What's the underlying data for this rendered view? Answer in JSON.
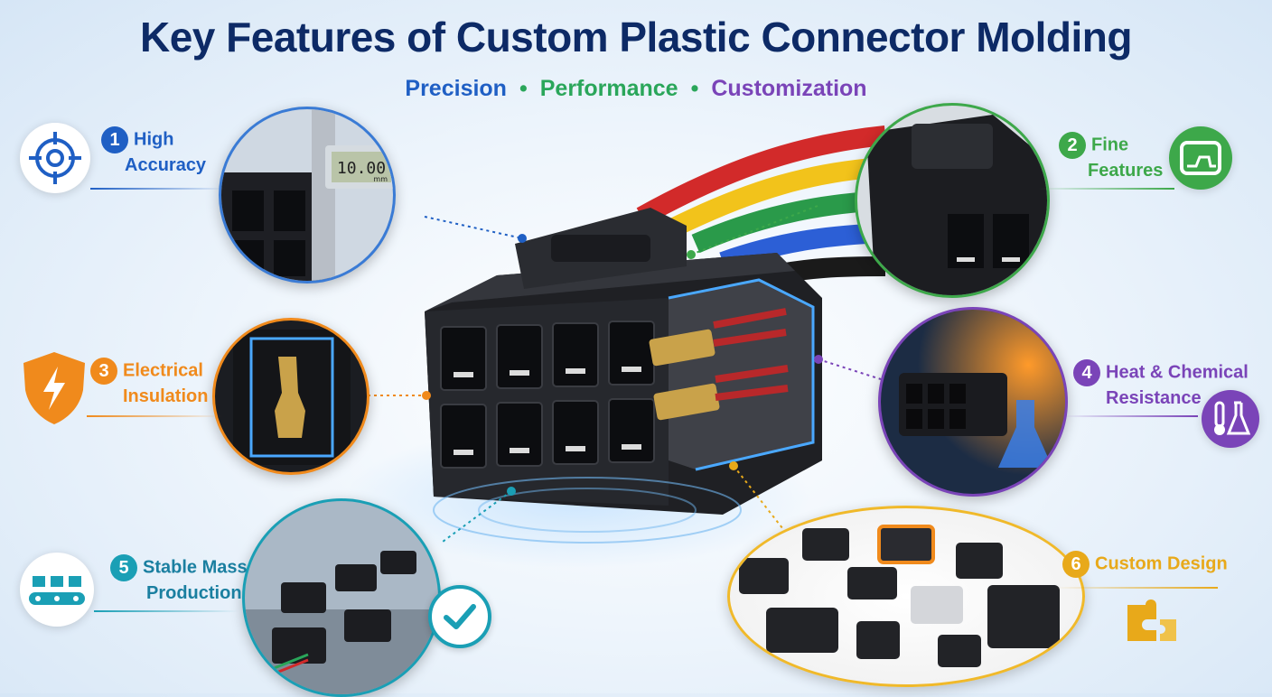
{
  "header": {
    "title": "Key Features of Custom Plastic Connector Molding",
    "subtitle": {
      "item1": "Precision",
      "item2": "Performance",
      "item3": "Customization",
      "separator": "•"
    }
  },
  "features": [
    {
      "number": "1",
      "line1": "High",
      "line2": "Accuracy",
      "color": "#1f5fc4",
      "icon": "target-icon"
    },
    {
      "number": "2",
      "line1": "Fine",
      "line2": "Features",
      "color": "#3da84a",
      "icon": "mold-icon"
    },
    {
      "number": "3",
      "line1": "Electrical",
      "line2": "Insulation",
      "color": "#f08a1c",
      "icon": "lightning-shield-icon"
    },
    {
      "number": "4",
      "line1": "Heat & Chemical",
      "line2": "Resistance",
      "color": "#7a44b8",
      "icon": "thermometer-flask-icon"
    },
    {
      "number": "5",
      "line1": "Stable Mass",
      "line2": "Production",
      "color": "#1a9fb5",
      "icon": "conveyor-icon"
    },
    {
      "number": "6",
      "line1": "Custom Design",
      "line2": "",
      "color": "#e8a91a",
      "icon": "puzzle-icon"
    }
  ],
  "caliper_readout": "10.00",
  "caliper_unit": "mm",
  "colors": {
    "title": "#0d2a66",
    "precision": "#1f5fc4",
    "performance": "#2aa65a",
    "customization": "#7a44b8"
  }
}
